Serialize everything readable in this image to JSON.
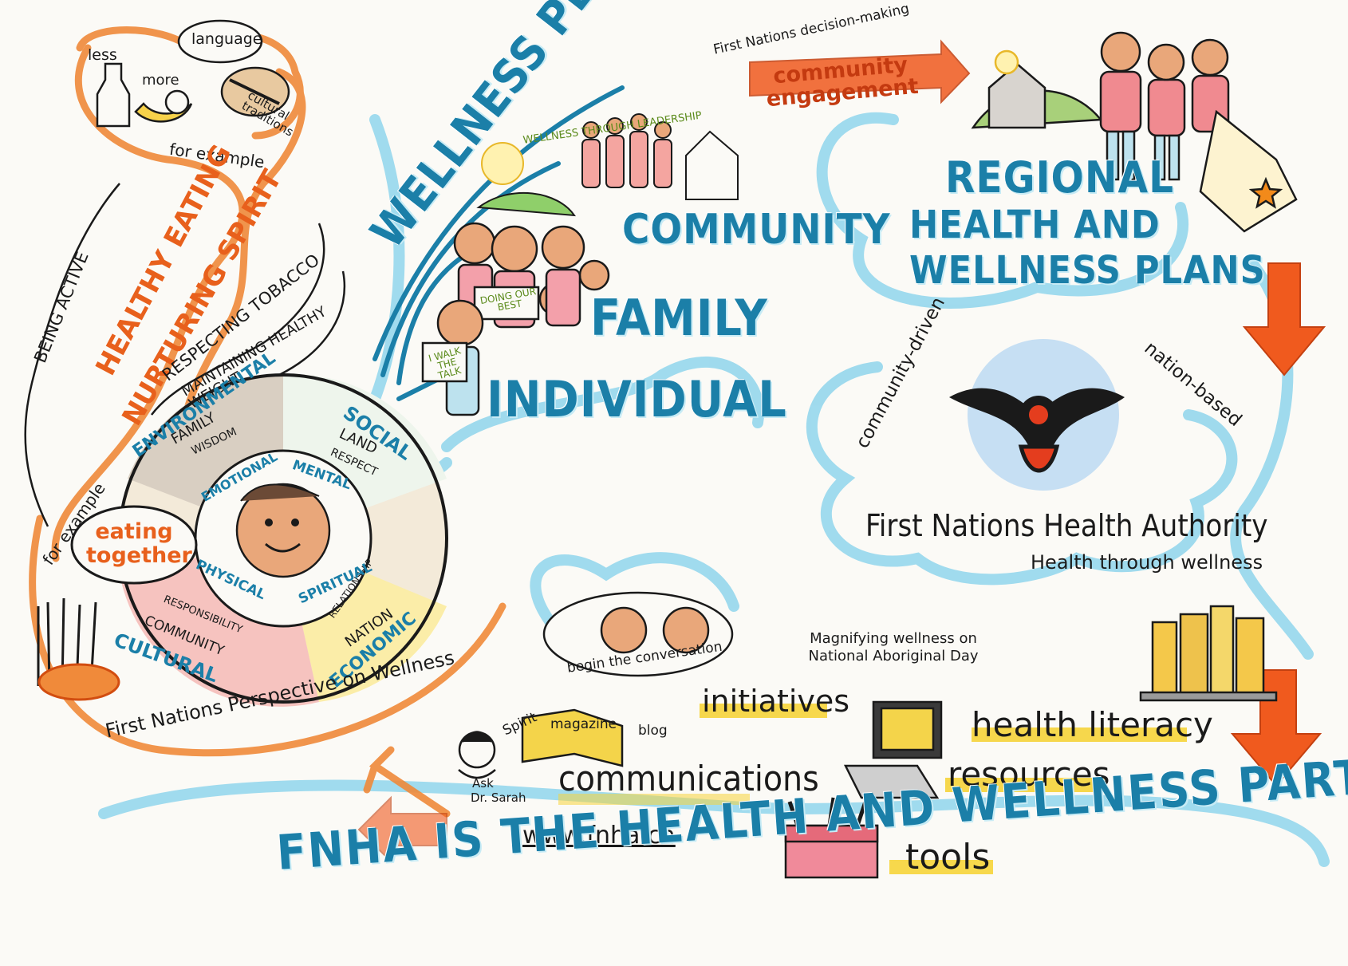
{
  "colors": {
    "accent_blue": "#1b7fa8",
    "swirl_blue": "#8fd5ec",
    "accent_orange": "#e8601c",
    "highlight_yellow": "#f6d43a",
    "ink": "#1a1a1a"
  },
  "wellness_plans": {
    "title": "WELLNESS PLANS",
    "subtitle": "WELLNESS THROUGH LEADERSHIP",
    "levels": [
      "COMMUNITY",
      "FAMILY",
      "INDIVIDUAL"
    ],
    "family_sign": "DOING OUR BEST",
    "individual_sign": "I WALK THE TALK"
  },
  "engagement": {
    "caption": "First Nations decision-making",
    "label": "community engagement"
  },
  "regional": {
    "lines": [
      "REGIONAL",
      "HEALTH AND",
      "WELLNESS PLANS"
    ]
  },
  "fnha": {
    "left_tag": "community-driven",
    "right_tag": "nation-based",
    "name": "First Nations Health Authority",
    "tagline": "Health through wellness"
  },
  "left_column": {
    "top_bubble": {
      "less": "less",
      "more": "more",
      "language": "language",
      "cultural_traditions": "cultural traditions",
      "for_example": "for example"
    },
    "streams": [
      "BEING ACTIVE",
      "HEALTHY EATING",
      "NURTURING SPIRIT",
      "RESPECTING TOBACCO",
      "MAINTAINING HEALTHY WEIGHT"
    ],
    "eating": {
      "for_example": "for example",
      "label": "eating together"
    }
  },
  "perspective": {
    "caption": "First Nations Perspective on Wellness",
    "outer": [
      "ENVIRONMENTAL",
      "SOCIAL",
      "ECONOMIC",
      "CULTURAL"
    ],
    "middle": [
      "FAMILY",
      "WISDOM",
      "LAND",
      "RESPECT",
      "NATION",
      "RELATIONSHIP",
      "COMMUNITY",
      "RESPONSIBILITY"
    ],
    "inner": [
      "EMOTIONAL",
      "MENTAL",
      "SPIRITUAL",
      "PHYSICAL"
    ]
  },
  "partner": {
    "initiatives": "initiatives",
    "begin_conversation": "begin the conversation",
    "magnifying": "Magnifying wellness on National Aboriginal Day",
    "communications": "communications",
    "spirit": "Spirit",
    "magazine": "magazine",
    "blog": "blog",
    "ask": "Ask",
    "dr_sarah": "Dr. Sarah",
    "url": "www.fnha.ca",
    "health_literacy": "health literacy",
    "resources": "resources",
    "tools": "tools",
    "banner": "FNHA IS THE HEALTH AND WELLNESS PARTNER"
  }
}
